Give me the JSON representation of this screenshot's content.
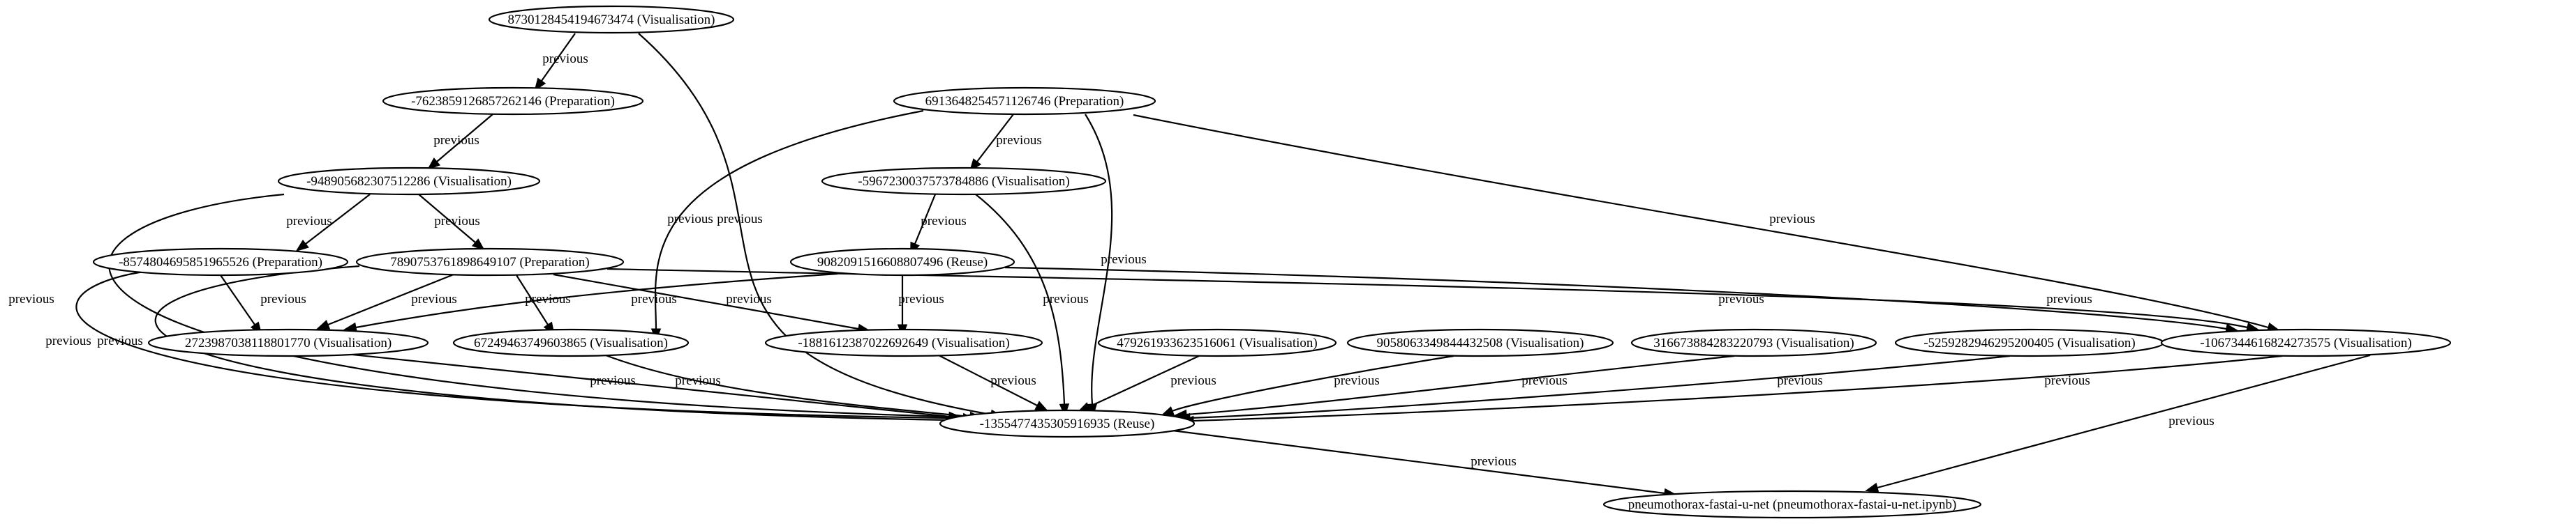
{
  "nodes": [
    {
      "id": "n1",
      "label": "873012845419467347​4 (Visualisation)"
    },
    {
      "id": "n2",
      "label": "-7623859126857262146 (Preparation)"
    },
    {
      "id": "n3",
      "label": "6913648254571126746 (Preparation)"
    },
    {
      "id": "n4",
      "label": "-948905682307512286 (Visualisation)"
    },
    {
      "id": "n5",
      "label": "-5967230037573784886 (Visualisation)"
    },
    {
      "id": "n6",
      "label": "-8574804695851965526 (Preparation)"
    },
    {
      "id": "n7",
      "label": "7890753761898649107 (Preparation)"
    },
    {
      "id": "n8",
      "label": "9082091516608807496 (Reuse)"
    },
    {
      "id": "n9",
      "label": "2723987038118801770 (Visualisation)"
    },
    {
      "id": "n10",
      "label": "672494637496038​65 (Visualisation)"
    },
    {
      "id": "n11",
      "label": "-1881612387022692649 (Visualisation)"
    },
    {
      "id": "n12",
      "label": "479261933623516061 (Visualisation)"
    },
    {
      "id": "n13",
      "label": "9058063349844432508 (Visualisation)"
    },
    {
      "id": "n14",
      "label": "316673884283220793 (Visualisation)"
    },
    {
      "id": "n15",
      "label": "-5259282946295200405 (Visualisation)"
    },
    {
      "id": "n16",
      "label": "-1067344616824273575 (Visualisation)"
    },
    {
      "id": "n17",
      "label": "-1355477435305916935 (Reuse)"
    },
    {
      "id": "n18",
      "label": "pneumothorax-fastai-u-net (pneumothorax-fastai-u-net.ipynb)"
    }
  ],
  "edges": [
    {
      "id": "e1",
      "from": "n1",
      "to": "n2",
      "label": "previous"
    },
    {
      "id": "e2",
      "from": "n1",
      "to": "n17",
      "label": "previous"
    },
    {
      "id": "e3",
      "from": "n2",
      "to": "n4",
      "label": "previous"
    },
    {
      "id": "e4",
      "from": "n3",
      "to": "n5",
      "label": "previous"
    },
    {
      "id": "e5",
      "from": "n3",
      "to": "n10",
      "label": "previous"
    },
    {
      "id": "e6",
      "from": "n3",
      "to": "n17",
      "label": "previous"
    },
    {
      "id": "e7",
      "from": "n3",
      "to": "n16",
      "label": "previous"
    },
    {
      "id": "e8",
      "from": "n4",
      "to": "n6",
      "label": "previous"
    },
    {
      "id": "e9",
      "from": "n4",
      "to": "n7",
      "label": "previous"
    },
    {
      "id": "e10",
      "from": "n4",
      "to": "n17",
      "label": "previous"
    },
    {
      "id": "e11",
      "from": "n5",
      "to": "n8",
      "label": "previous"
    },
    {
      "id": "e12",
      "from": "n5",
      "to": "n17",
      "label": "previous"
    },
    {
      "id": "e13",
      "from": "n6",
      "to": "n9",
      "label": "previous"
    },
    {
      "id": "e14",
      "from": "n6",
      "to": "n17",
      "label": "previous"
    },
    {
      "id": "e15",
      "from": "n7",
      "to": "n9",
      "label": "previous"
    },
    {
      "id": "e16",
      "from": "n7",
      "to": "n10",
      "label": "previous"
    },
    {
      "id": "e17",
      "from": "n7",
      "to": "n11",
      "label": "previous"
    },
    {
      "id": "e18",
      "from": "n7",
      "to": "n16",
      "label": "previous"
    },
    {
      "id": "e19",
      "from": "n7",
      "to": "n17",
      "label": "previous"
    },
    {
      "id": "e20",
      "from": "n8",
      "to": "n9",
      "label": "previous"
    },
    {
      "id": "e21",
      "from": "n8",
      "to": "n11",
      "label": "previous"
    },
    {
      "id": "e22",
      "from": "n8",
      "to": "n16",
      "label": "previous"
    },
    {
      "id": "e23",
      "from": "n9",
      "to": "n17",
      "label": "previous"
    },
    {
      "id": "e24",
      "from": "n10",
      "to": "n17",
      "label": "previous"
    },
    {
      "id": "e25",
      "from": "n11",
      "to": "n17",
      "label": "previous"
    },
    {
      "id": "e26",
      "from": "n12",
      "to": "n17",
      "label": "previous"
    },
    {
      "id": "e27",
      "from": "n13",
      "to": "n17",
      "label": "previous"
    },
    {
      "id": "e28",
      "from": "n14",
      "to": "n17",
      "label": "previous"
    },
    {
      "id": "e29",
      "from": "n15",
      "to": "n17",
      "label": "previous"
    },
    {
      "id": "e30",
      "from": "n16",
      "to": "n17",
      "label": "previous"
    },
    {
      "id": "e31",
      "from": "n16",
      "to": "n18",
      "label": "previous"
    },
    {
      "id": "e32",
      "from": "n17",
      "to": "n18",
      "label": "previous"
    }
  ]
}
